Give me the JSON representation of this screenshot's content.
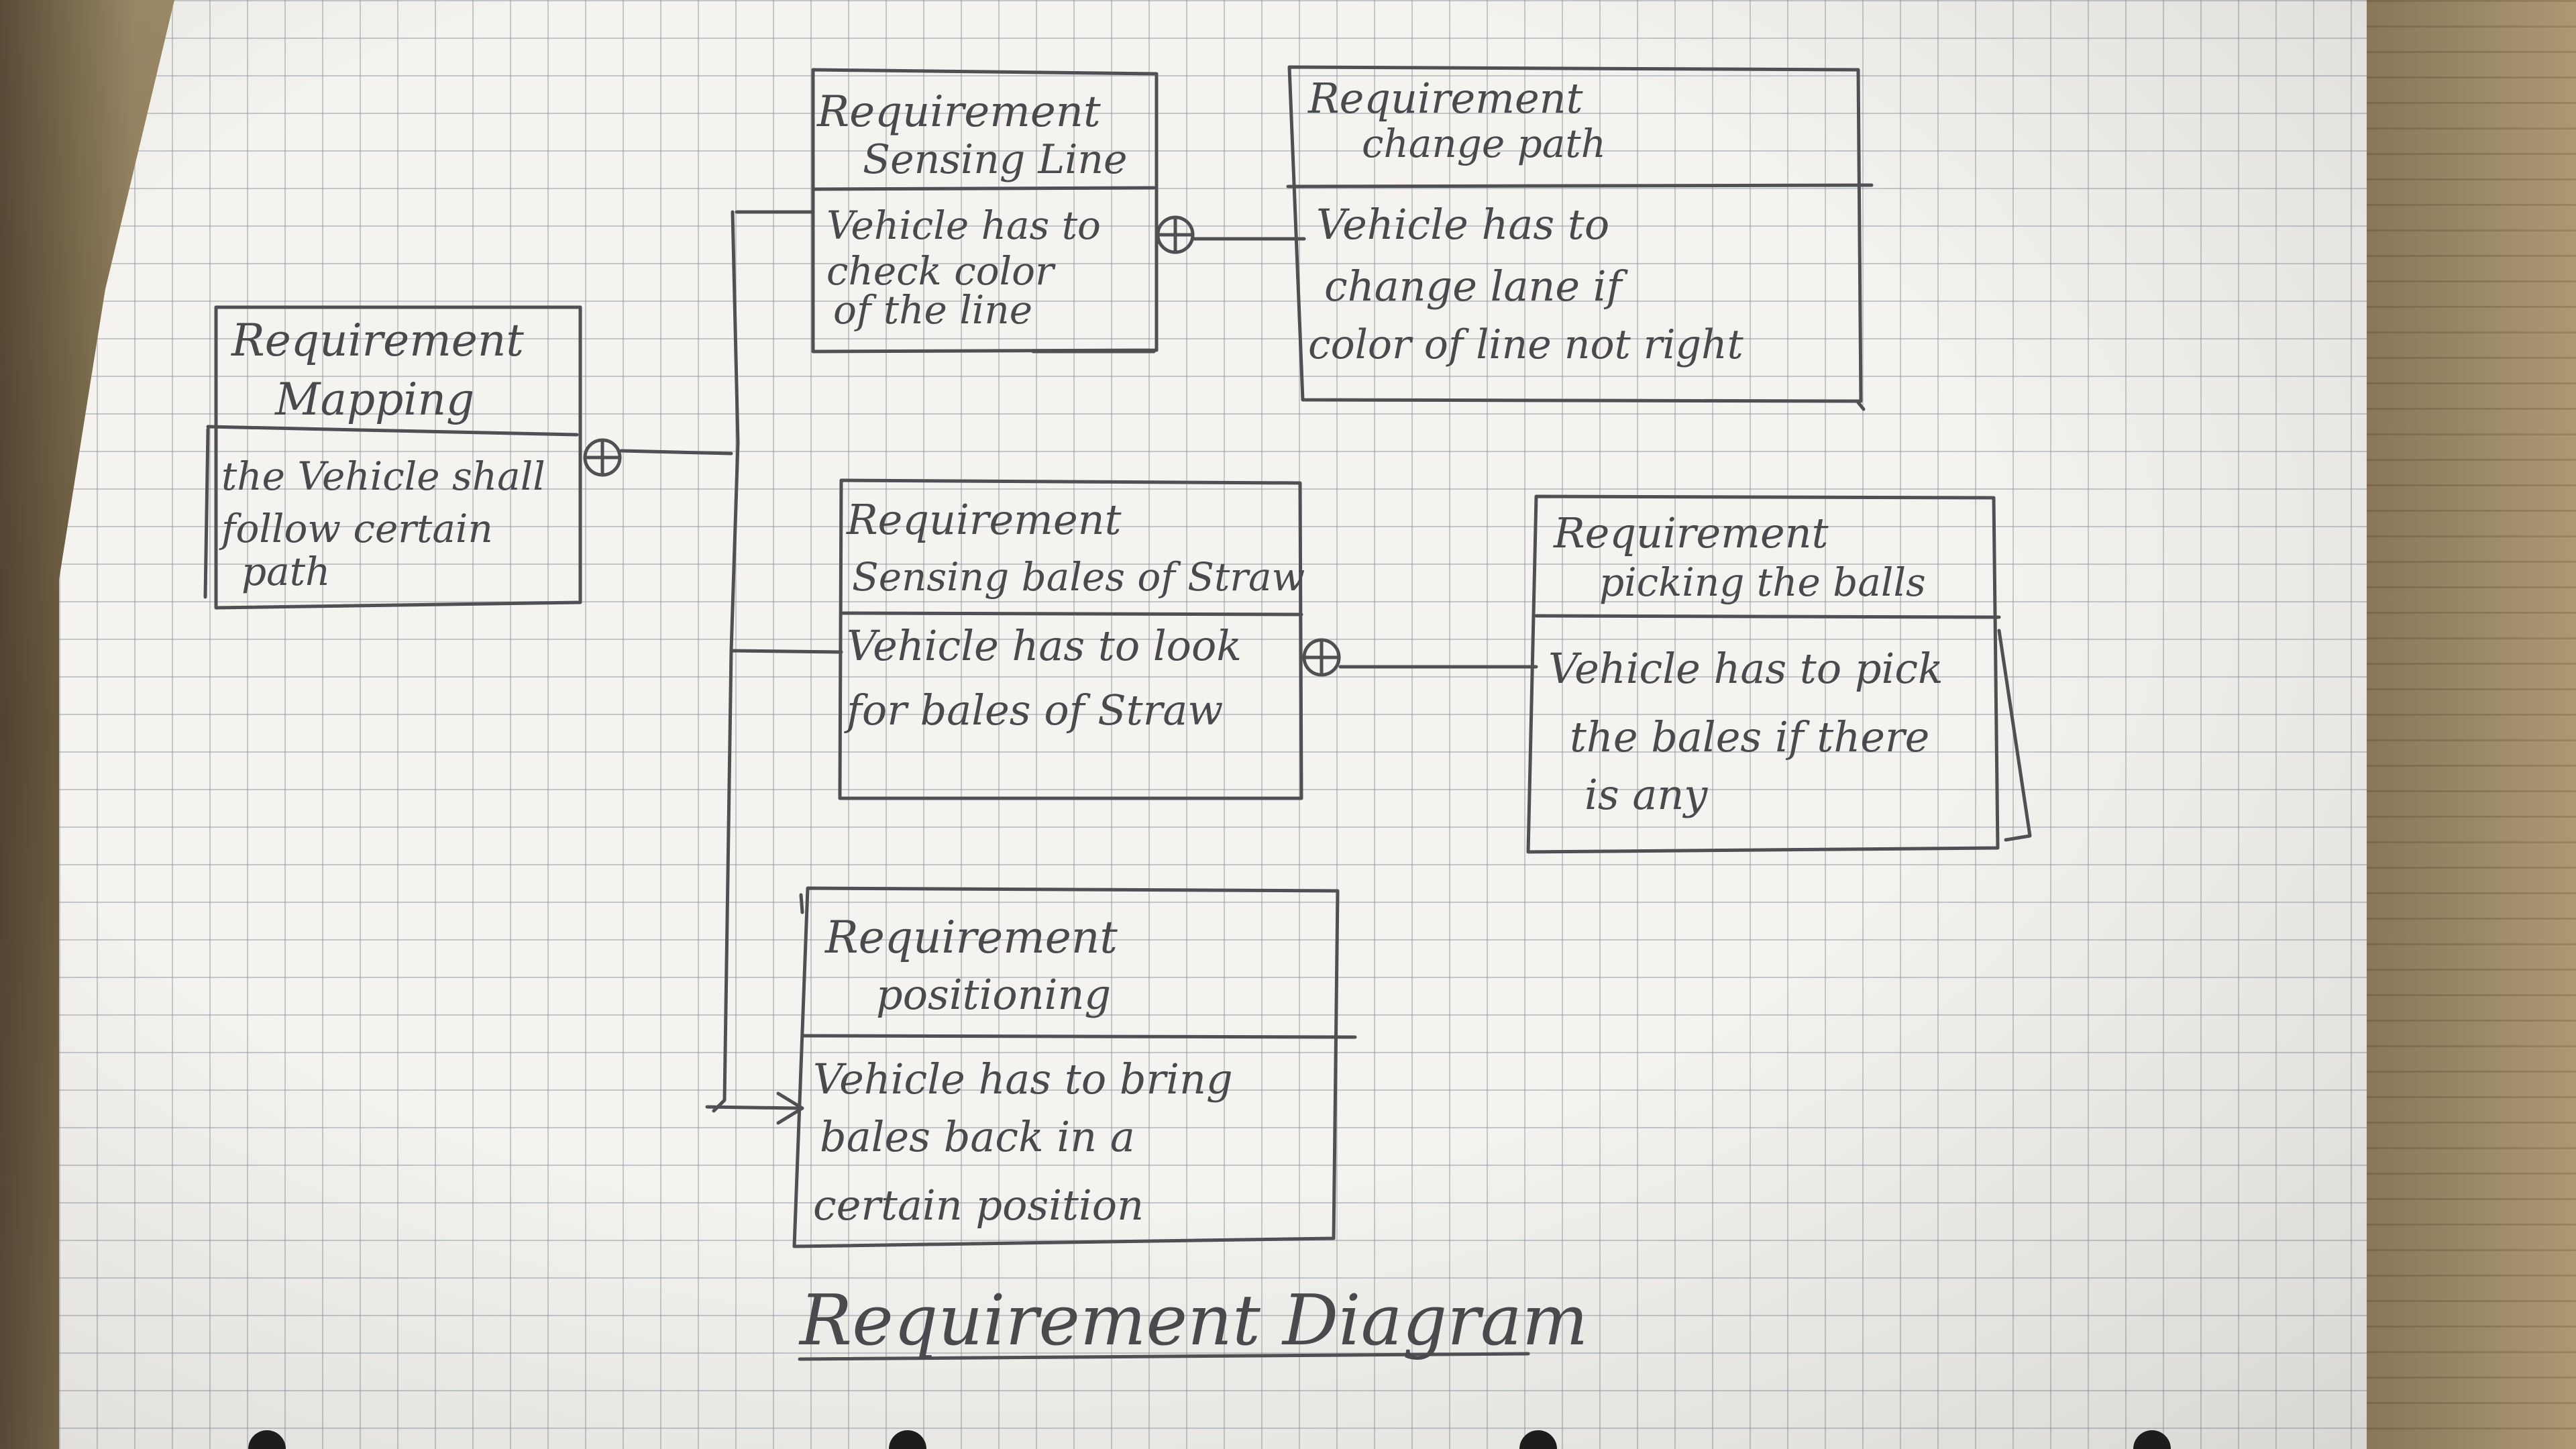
{
  "diagram": {
    "title": "Requirement Diagram",
    "blocks": [
      {
        "id": "mapping",
        "header": [
          "Requirement",
          "Mapping"
        ],
        "body": [
          "the Vehicle shall",
          "follow certain",
          "path"
        ]
      },
      {
        "id": "sensing-line",
        "header": [
          "Requirement",
          "Sensing Line"
        ],
        "body": [
          "Vehicle has to",
          "check color",
          "of the line"
        ]
      },
      {
        "id": "change-path",
        "header": [
          "Requirement",
          "change path"
        ],
        "body": [
          "Vehicle has to",
          "change lane if",
          "color of line not right"
        ]
      },
      {
        "id": "sensing-bales",
        "header": [
          "Requirement",
          "Sensing bales of Straw"
        ],
        "body": [
          "Vehicle has to look",
          "for bales of Straw"
        ]
      },
      {
        "id": "picking-bales",
        "header": [
          "Requirement",
          "picking the balls"
        ],
        "body": [
          "Vehicle has to pick",
          "the bales if there",
          "is any"
        ]
      },
      {
        "id": "positioning",
        "header": [
          "Requirement",
          "positioning"
        ],
        "body": [
          "Vehicle has to bring",
          "bales back in a",
          "certain position"
        ]
      }
    ],
    "colors": {
      "ink": "#4a4a4e",
      "paper": "#f4f3ef",
      "grid": "#787f8c"
    }
  }
}
